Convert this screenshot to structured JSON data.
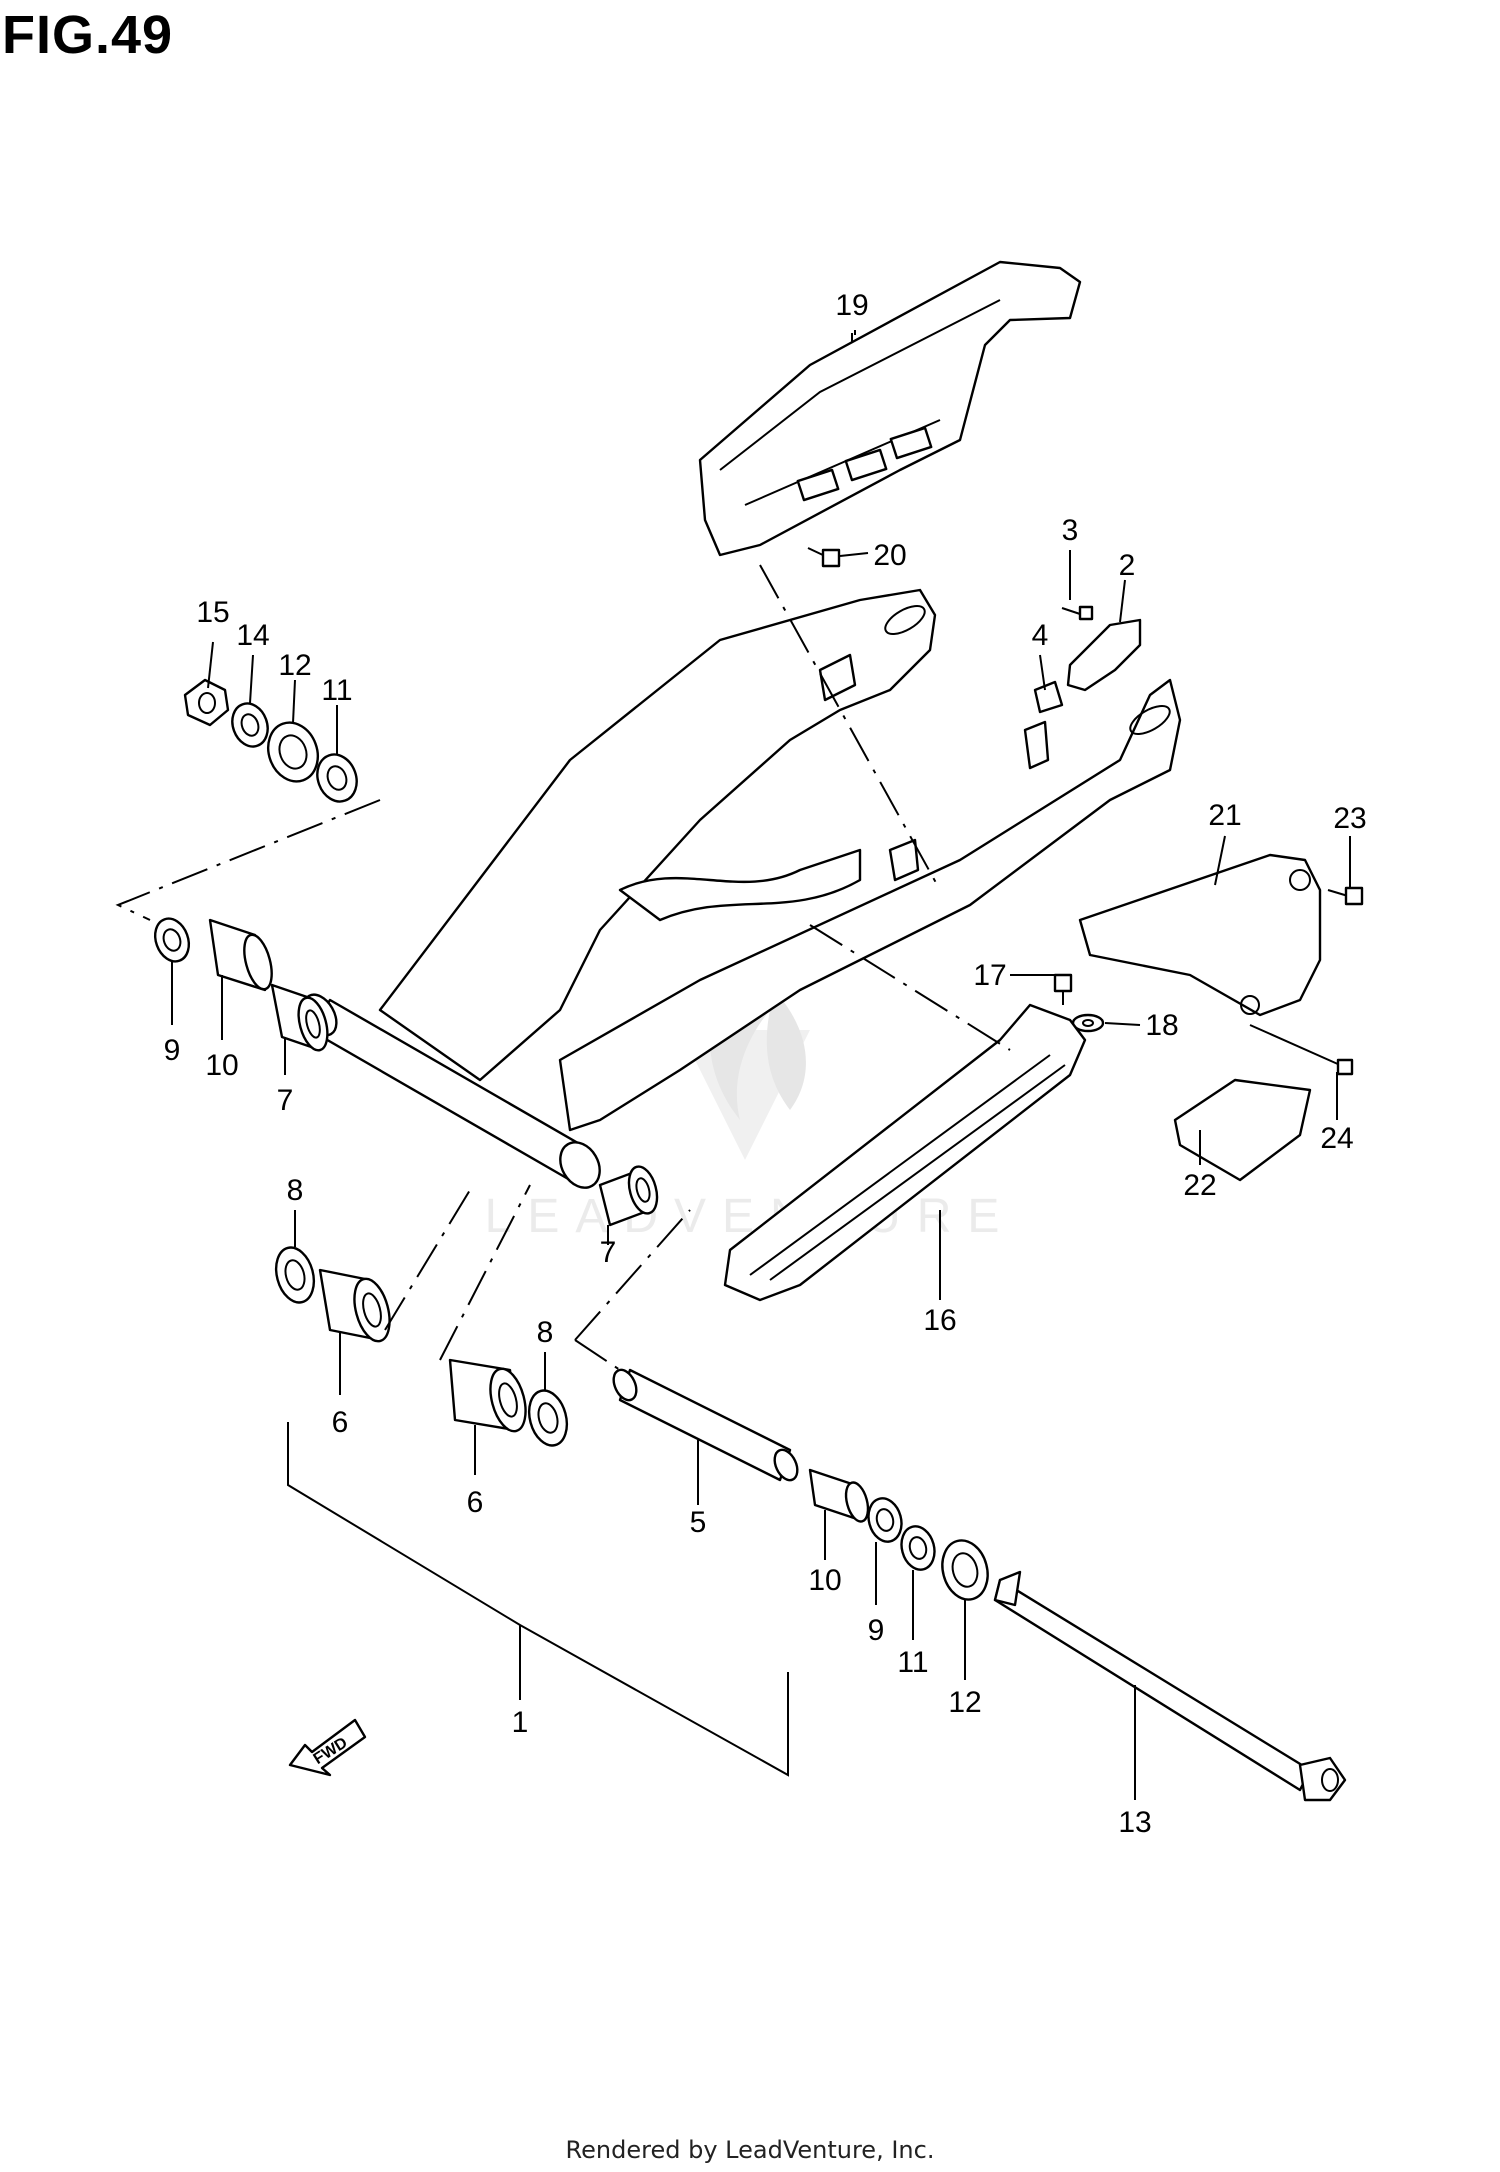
{
  "figure": {
    "title": "FIG.49"
  },
  "labels": {
    "l1": "1",
    "l2": "2",
    "l3": "3",
    "l4": "4",
    "l5": "5",
    "l6a": "6",
    "l6b": "6",
    "l7a": "7",
    "l7b": "7",
    "l8a": "8",
    "l8b": "8",
    "l9a": "9",
    "l9b": "9",
    "l10a": "10",
    "l10b": "10",
    "l11a": "11",
    "l11b": "11",
    "l12a": "12",
    "l12b": "12",
    "l13": "13",
    "l14": "14",
    "l15": "15",
    "l16": "16",
    "l17": "17",
    "l18": "18",
    "l19": "19",
    "l20": "20",
    "l21": "21",
    "l22": "22",
    "l23": "23",
    "l24": "24"
  },
  "fwd_arrow": {
    "text": "FWD"
  },
  "watermark": {
    "text": "LEADVENTURE"
  },
  "footer": {
    "text": "Rendered by LeadVenture, Inc."
  }
}
